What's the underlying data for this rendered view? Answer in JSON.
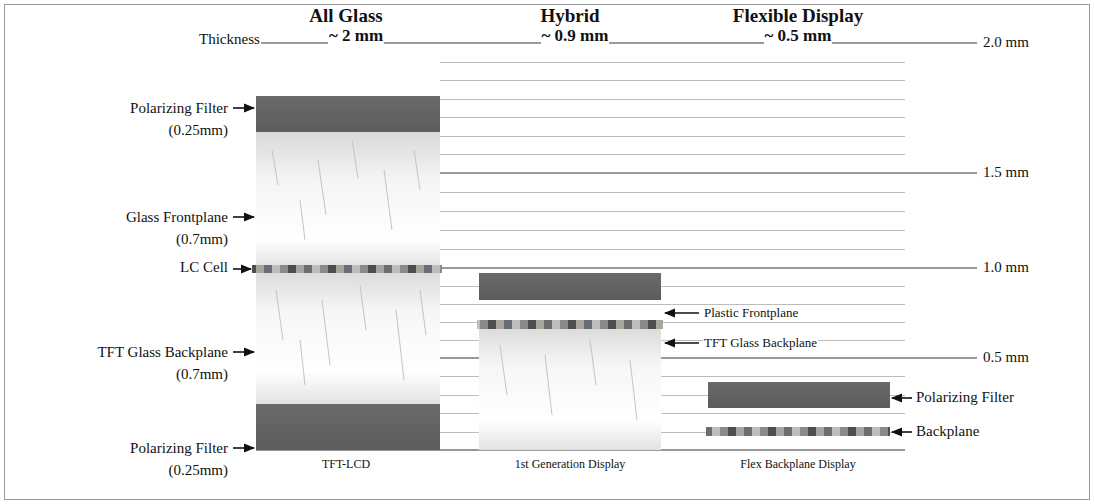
{
  "diagram": {
    "labels": [
      "All Glass",
      "~ 2 mm",
      "Hybrid",
      "~ 0.9 mm",
      "Flexible Display",
      "~ 0.5 mm",
      "Thickness",
      "2.0 mm",
      "1.5 mm",
      "1.0 mm",
      "0.5 mm",
      "Polarizing Filter (0.25mm)",
      "Glass Frontplane (0.7mm)",
      "LC Cell",
      "TFT Glass Backplane (0.7mm)",
      "Polarizing Filter (0.25mm)",
      "Plastic Frontplane",
      "TFT Glass Backplane",
      "Polarizing Filter",
      "Backplane",
      "TFT-LCD",
      "1st Generation Display",
      "Flex Backplane Display"
    ]
  }
}
